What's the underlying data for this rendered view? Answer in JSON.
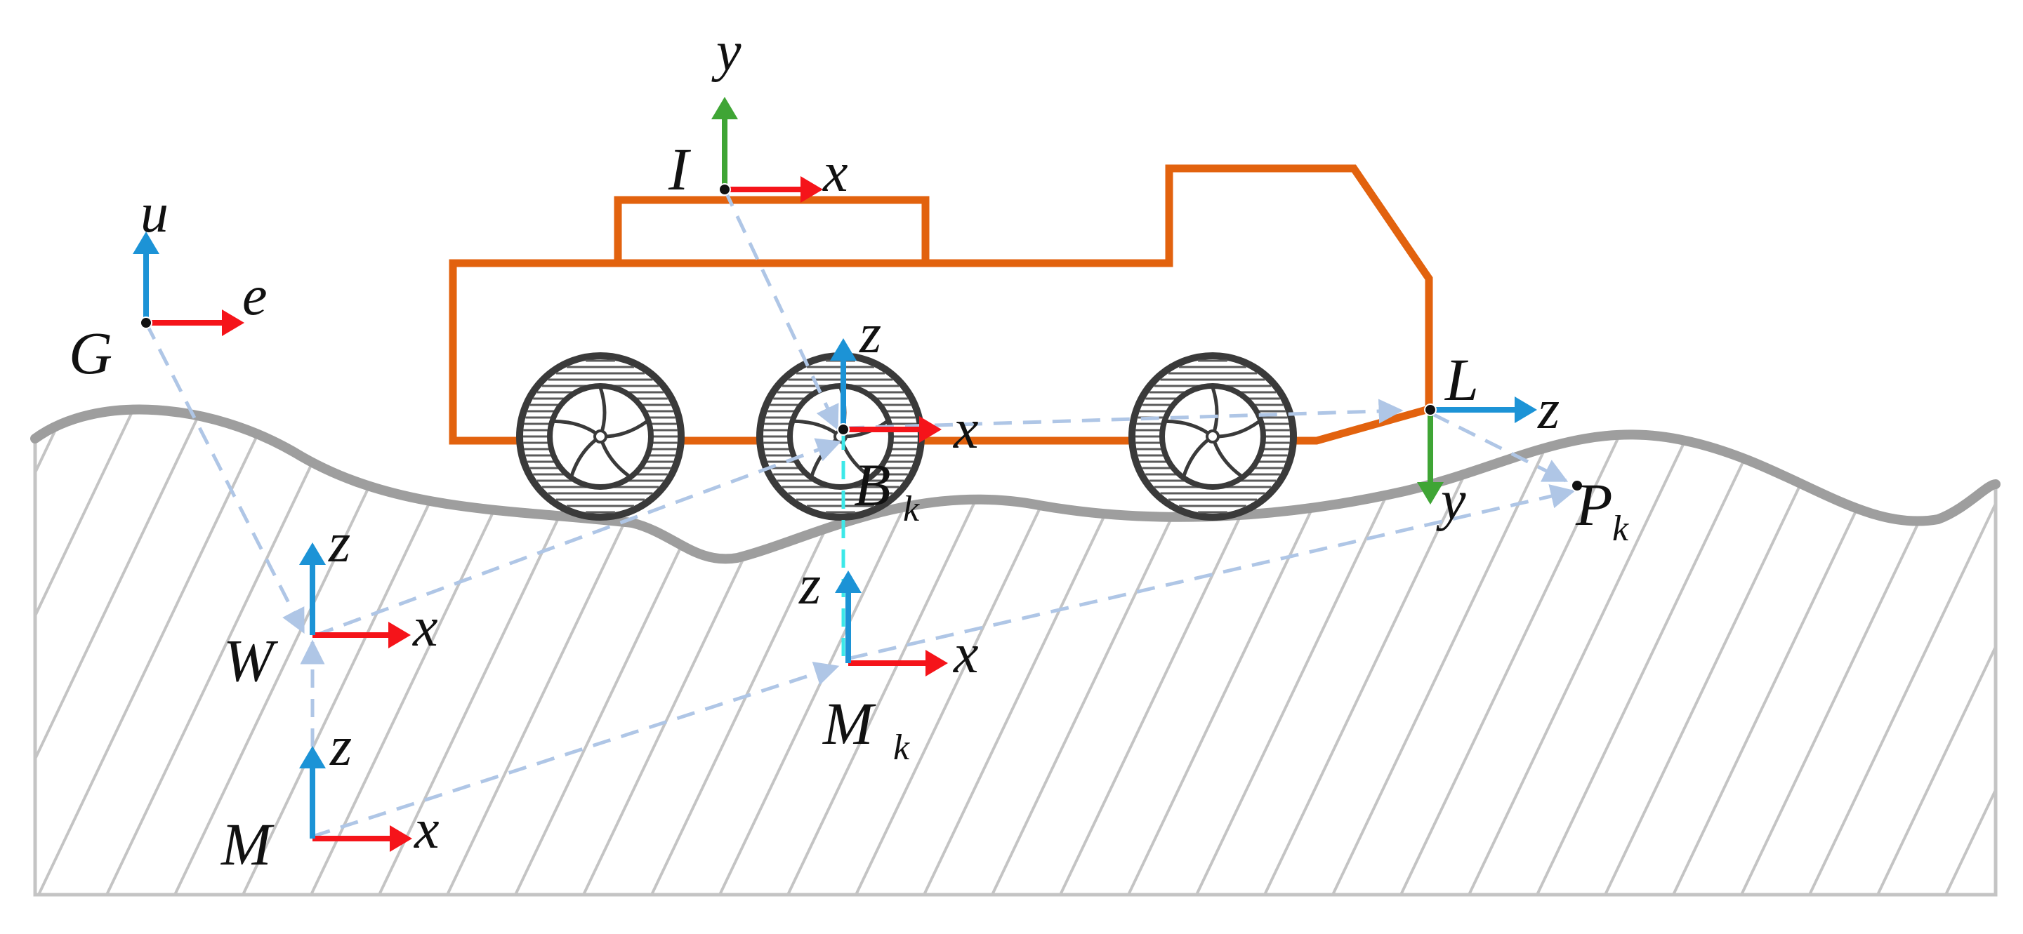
{
  "colors": {
    "vehicle": "#E2620E",
    "terrain": "#9E9E9E",
    "hatch": "#C4C4C4",
    "x_axis": "#F5141A",
    "y_axis_green": "#3FA535",
    "z_axis_blue": "#1C93D6",
    "relation_dash": "#AFC6E6",
    "lidar_link": "#3CE8E8",
    "tire": "#3A3A3A"
  },
  "frames": {
    "G": {
      "name": "G",
      "axis1": "e",
      "axis2": "u"
    },
    "I": {
      "name": "I",
      "axis1": "x",
      "axis2": "y"
    },
    "B": {
      "name": "B",
      "sub": "k",
      "axis1": "x",
      "axis2": "z"
    },
    "L": {
      "name": "L",
      "axis1": "z",
      "axis2": "y"
    },
    "P": {
      "name": "P",
      "sub": "k"
    },
    "W": {
      "name": "W",
      "axis1": "x",
      "axis2": "z"
    },
    "Mk": {
      "name": "M",
      "sub": "k",
      "axis1": "x",
      "axis2": "z"
    },
    "M": {
      "name": "M",
      "axis1": "x",
      "axis2": "z"
    }
  },
  "icons": [
    "wheel-icon",
    "arrow-icon"
  ]
}
